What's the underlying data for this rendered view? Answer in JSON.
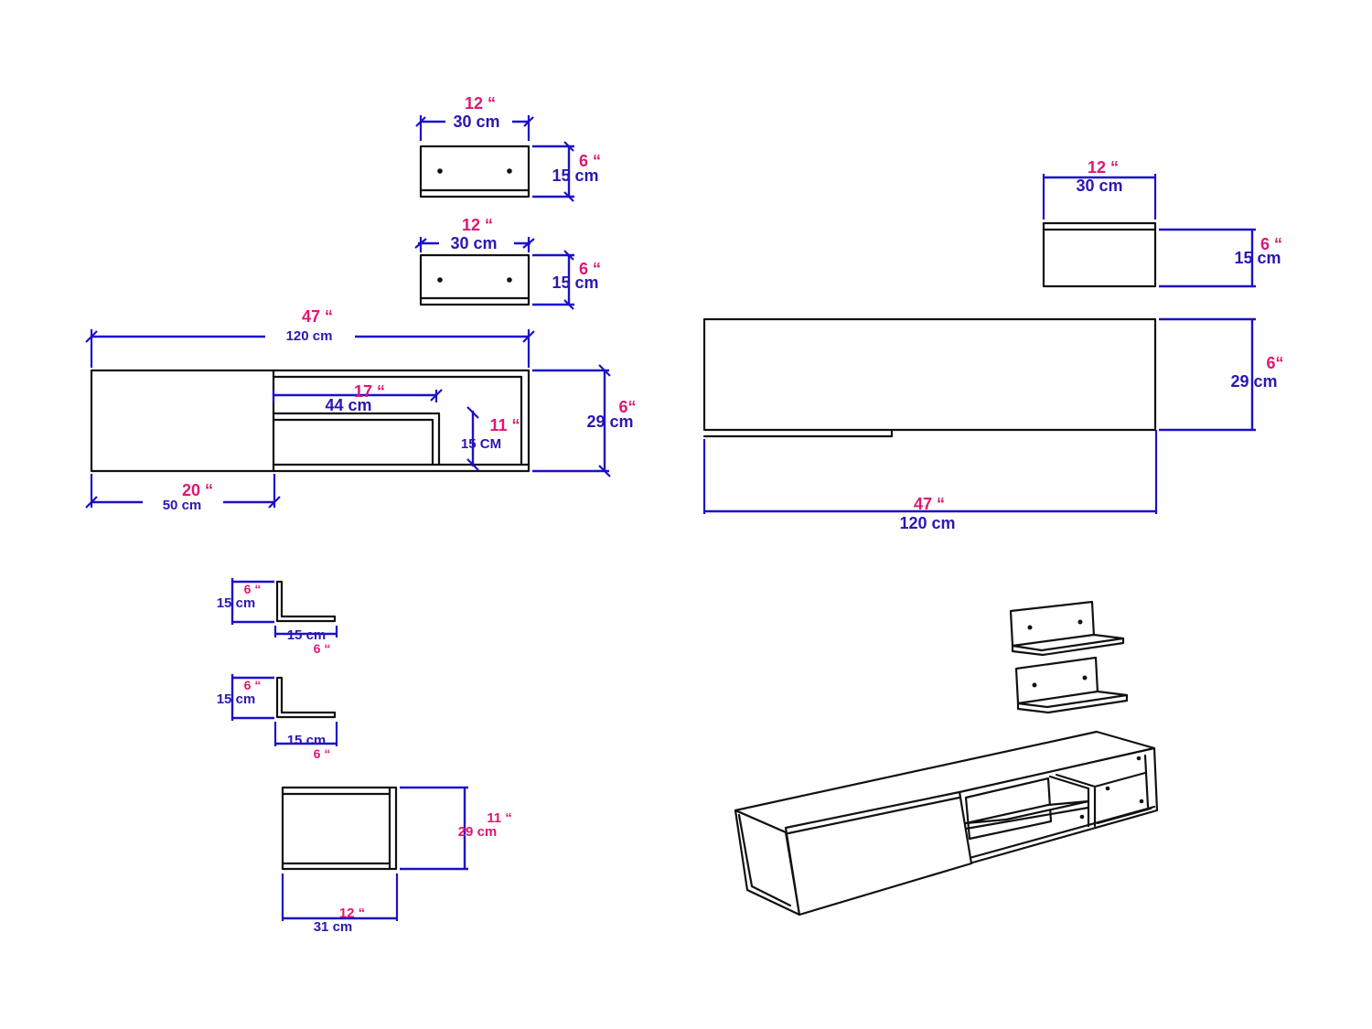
{
  "colors": {
    "imperial": "#e01673",
    "metric": "#2a18b4",
    "dimension_line": "#1c10c8",
    "outline": "#111111"
  },
  "front_view": {
    "shelf_top": {
      "width_in": "12 “",
      "width_cm": "30 cm",
      "height_in": "6 “",
      "height_cm": "15 cm"
    },
    "shelf_bottom": {
      "width_in": "12 “",
      "width_cm": "30 cm",
      "height_in": "6 “",
      "height_cm": "15 cm"
    },
    "unit": {
      "width_in": "47 “",
      "width_cm": "120 cm",
      "height_in": "6“",
      "height_cm": "29 cm",
      "door_width_in": "20 “",
      "door_width_cm": "50 cm",
      "shelf_width_in": "17 “",
      "shelf_width_cm": "44 cm",
      "shelf_height_in": "11 “",
      "shelf_height_cm": "15 CM"
    }
  },
  "top_view": {
    "shelf": {
      "width_in": "12 “",
      "width_cm": "30 cm",
      "depth_in": "6 “",
      "depth_cm": "15 cm"
    },
    "unit": {
      "depth_in": "6“",
      "depth_cm": "29 cm",
      "width_in": "47 “",
      "width_cm": "120 cm"
    }
  },
  "side_view": {
    "shelf_1": {
      "height_in": "6 “",
      "height_cm": "15 cm",
      "depth_cm": "15 cm",
      "depth_in": "6 “"
    },
    "shelf_2": {
      "height_in": "6 “",
      "height_cm": "15 cm",
      "depth_cm": "15 cm",
      "depth_in": "6 “"
    },
    "unit": {
      "height_in": "11 “",
      "height_cm": "29 cm",
      "depth_in": "12 “",
      "depth_cm": "31 cm"
    }
  }
}
